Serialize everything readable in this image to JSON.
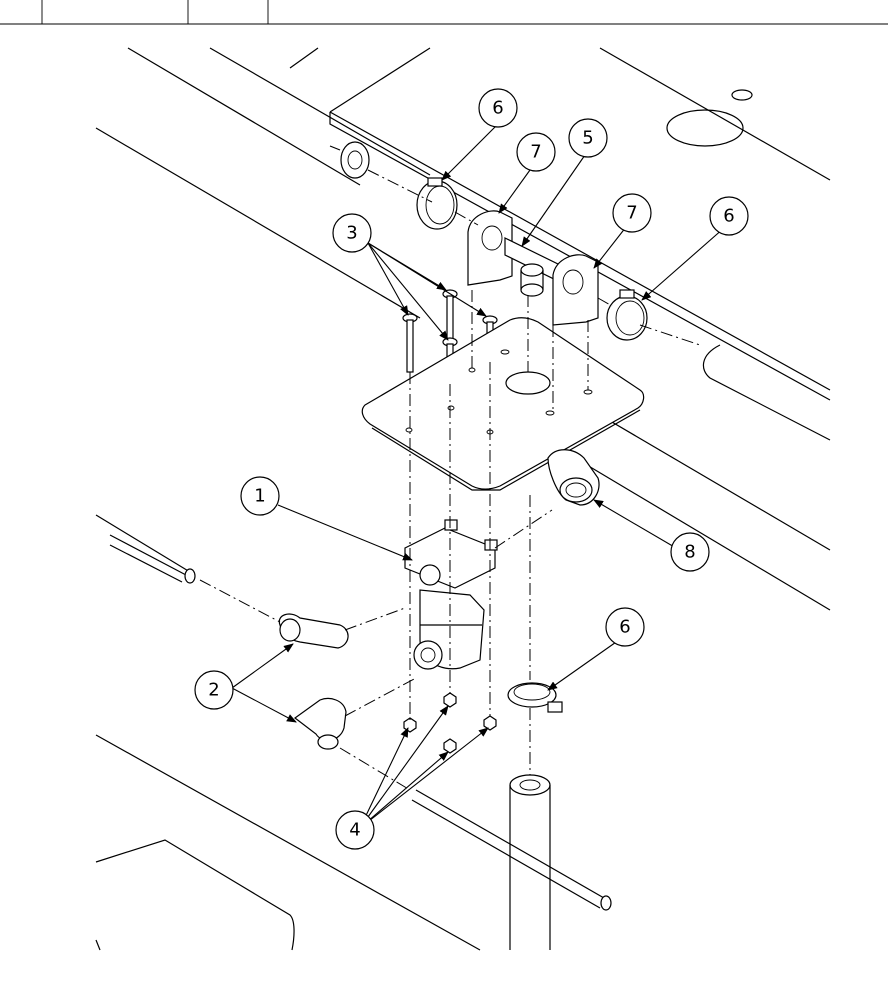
{
  "callouts": [
    {
      "id": "c1",
      "label": "1"
    },
    {
      "id": "c2",
      "label": "2"
    },
    {
      "id": "c3",
      "label": "3"
    },
    {
      "id": "c4",
      "label": "4"
    },
    {
      "id": "c5",
      "label": "5"
    },
    {
      "id": "c6a",
      "label": "6"
    },
    {
      "id": "c6b",
      "label": "6"
    },
    {
      "id": "c6c",
      "label": "6"
    },
    {
      "id": "c7a",
      "label": "7"
    },
    {
      "id": "c7b",
      "label": "7"
    },
    {
      "id": "c8",
      "label": "8"
    }
  ]
}
